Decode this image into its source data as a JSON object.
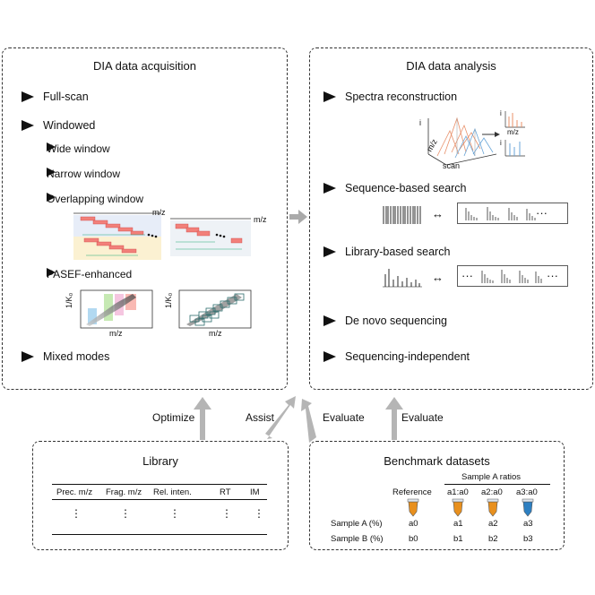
{
  "acquisition": {
    "title": "DIA data acquisition",
    "items": [
      "Full-scan",
      "Windowed",
      "PASEF-enhanced",
      "Mixed modes"
    ],
    "sub_items": [
      "Wide window",
      "Narrow window",
      "Overlapping window"
    ],
    "mz_label": "m/z",
    "ko_label": "1/K₀"
  },
  "analysis": {
    "title": "DIA data analysis",
    "items": [
      "Spectra reconstruction",
      "Sequence-based search",
      "Library-based search",
      "De novo sequencing",
      "Sequencing-independent"
    ],
    "axis_i": "i",
    "axis_mz": "m/z",
    "axis_scan": "scan",
    "double_arrow": "↔",
    "ellipsis": "···"
  },
  "arrows": [
    "Optimize",
    "Assist",
    "Evaluate",
    "Evaluate"
  ],
  "library": {
    "title": "Library",
    "columns": [
      "Prec. m/z",
      "Frag. m/z",
      "Rel. inten.",
      "RT",
      "IM"
    ],
    "vdots": "⋮"
  },
  "benchmark": {
    "title": "Benchmark datasets",
    "group_label": "Sample A ratios",
    "columns": [
      "Reference",
      "a1:a0",
      "a2:a0",
      "a3:a0"
    ],
    "rows": [
      {
        "label": "Sample A (%)",
        "values": [
          "a0",
          "a1",
          "a2",
          "a3"
        ]
      },
      {
        "label": "Sample B (%)",
        "values": [
          "b0",
          "b1",
          "b2",
          "b3"
        ]
      }
    ],
    "tube_colors": [
      "#e8901e",
      "#e8901e",
      "#e8901e",
      "#2d7fc1"
    ]
  }
}
